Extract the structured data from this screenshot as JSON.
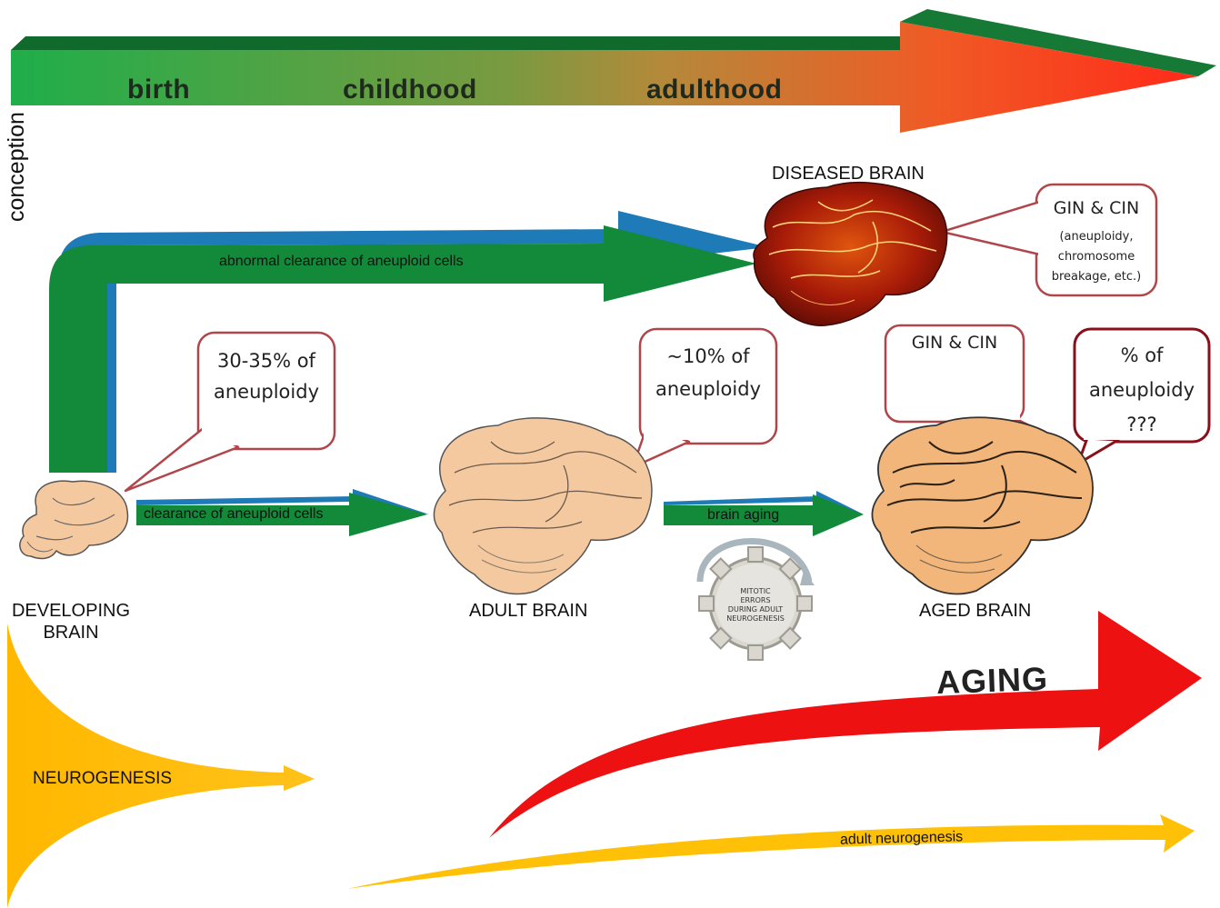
{
  "timeline": {
    "labels": [
      "birth",
      "childhood",
      "adulthood"
    ],
    "start_label": "conception"
  },
  "stages": {
    "developing": "DEVELOPING\nBRAIN",
    "adult": "ADULT BRAIN",
    "aged": "AGED BRAIN",
    "diseased": "DISEASED BRAIN"
  },
  "arrows": {
    "abnormal_clearance": "abnormal clearance of aneuploid cells",
    "clearance": "clearance of aneuploid cells",
    "brain_aging": "brain aging",
    "neurogenesis": "NEUROGENESIS",
    "adult_neurogenesis": "adult neurogenesis",
    "aging": "AGING"
  },
  "bubbles": {
    "developing": [
      "30-35% of",
      "aneuploidy"
    ],
    "adult": [
      "~10% of",
      "aneuploidy"
    ],
    "diseased_title": "GIN & CIN",
    "diseased_detail": [
      "(aneuploidy,",
      "chromosome",
      "breakage, etc.)"
    ],
    "aged_gin": "GIN & CIN",
    "aged_percent": [
      "% of",
      "aneuploidy",
      "???"
    ]
  },
  "gear": {
    "text": [
      "MITOTIC",
      "ERRORS",
      "DURING ADULT",
      "NEUROGENESIS"
    ]
  },
  "colors": {
    "timeline_start": "#1fae4a",
    "timeline_mid": "#b5893a",
    "timeline_end": "#ff2a1a",
    "flow_green": "#128a3a",
    "flow_blue": "#1f7ab8",
    "bubble_border": "#b0464a",
    "bubble_border_dark": "#8a0f1a",
    "neurogenesis_yellow": "#ffb800",
    "aging_red": "#ee1111",
    "brain_fill": "#f4c9a0",
    "brain_aged_fill": "#f2b57a",
    "brain_diseased_fill": "#8a1608"
  }
}
